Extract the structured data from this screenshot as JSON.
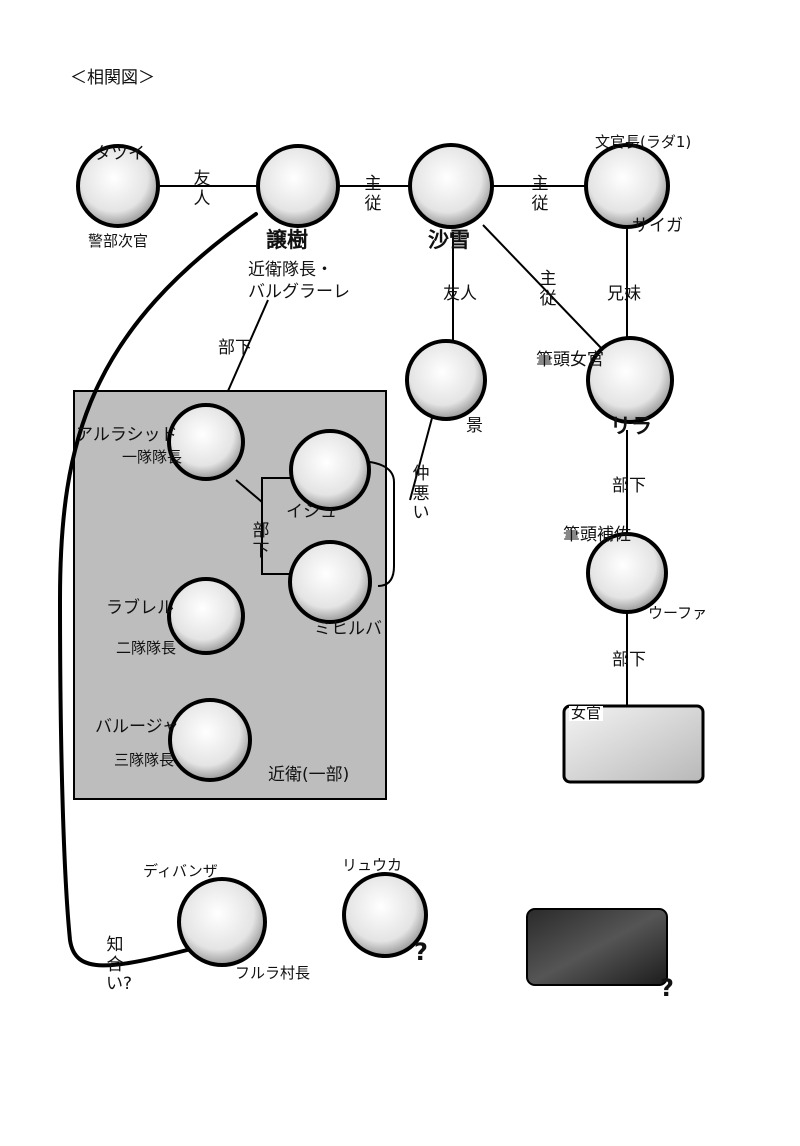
{
  "diagram": {
    "title": "＜相関図＞",
    "characters": {
      "tatsui": {
        "name": "タツイ",
        "role": "警部次官",
        "icon": "portrait-tatsui"
      },
      "joju": {
        "name": "譲樹",
        "role_line1": "近衛隊長・",
        "role_line2": "バルグラーレ",
        "icon": "portrait-joju"
      },
      "sayuki": {
        "name": "沙雪",
        "icon": "portrait-sayuki"
      },
      "saiga": {
        "name": "サイガ",
        "role": "文官長(ラダ1)",
        "icon": "portrait-saiga"
      },
      "kei": {
        "name": "景",
        "icon": "portrait-kei"
      },
      "rira": {
        "name": "リラ",
        "role": "筆頭女官",
        "icon": "portrait-rira"
      },
      "alrashid": {
        "name": "アルラシッド",
        "role": "一隊隊長",
        "icon": "portrait-alrashid"
      },
      "ishu": {
        "name": "イシュ",
        "icon": "portrait-ishu"
      },
      "mihiruba": {
        "name": "ミヒルバ",
        "icon": "portrait-mihiruba"
      },
      "raburel": {
        "name": "ラブレル",
        "role": "二隊隊長",
        "icon": "portrait-raburel"
      },
      "barujah": {
        "name": "バルージャ",
        "role": "三隊隊長",
        "icon": "portrait-barujah"
      },
      "ufa": {
        "name": "ウーファ",
        "role": "筆頭補佐",
        "icon": "portrait-ufa"
      },
      "nyokan": {
        "name": "女官",
        "icon": "group-portrait-nyokan"
      },
      "dibanza": {
        "name": "ディバンザ",
        "role": "フルラ村長",
        "icon": "portrait-dibanza"
      },
      "ryuuka": {
        "name": "リュウカ",
        "mark": "?",
        "icon": "portrait-ryuuka"
      },
      "unknown_group": {
        "mark": "?",
        "icon": "silhouette-group"
      }
    },
    "group": {
      "label": "近衛(一部)",
      "color": "#bdbdbd"
    },
    "relations": {
      "friend": "友人",
      "master_servant": "主従",
      "siblings": "兄妹",
      "subordinate": "部下",
      "bad_terms": "仲悪い",
      "acquaintance": "知合い?"
    }
  }
}
